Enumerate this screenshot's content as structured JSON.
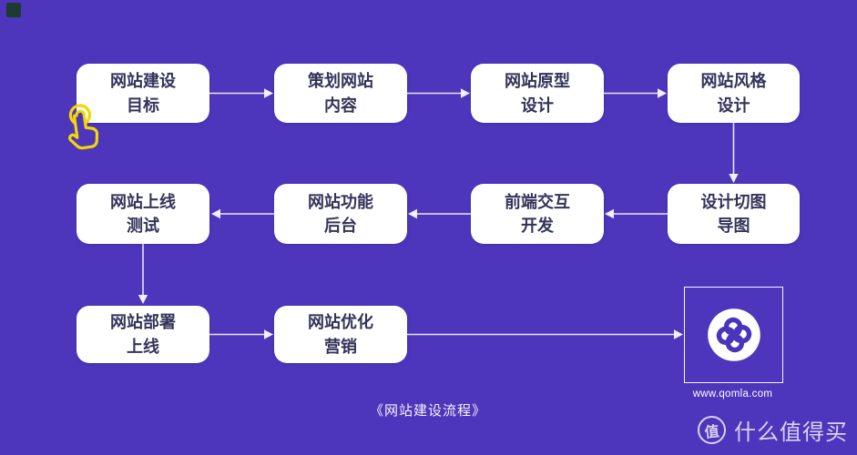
{
  "colors": {
    "background": "#4D36BC",
    "node_background": "#FFFFFF",
    "node_text": "#34335A",
    "connector": "#E9E5F8",
    "highlight_yellow": "#F2D800",
    "logo_purple": "#4B34BC"
  },
  "flow": {
    "caption": "《网站建设流程》",
    "nodes": [
      {
        "id": "goal",
        "label": "网站建设\n目标"
      },
      {
        "id": "plan",
        "label": "策划网站\n内容"
      },
      {
        "id": "prototype",
        "label": "网站原型\n设计"
      },
      {
        "id": "style",
        "label": "网站风格\n设计"
      },
      {
        "id": "slice",
        "label": "设计切图\n导图"
      },
      {
        "id": "frontend",
        "label": "前端交互\n开发"
      },
      {
        "id": "backend",
        "label": "网站功能\n后台"
      },
      {
        "id": "test",
        "label": "网站上线\n测试"
      },
      {
        "id": "deploy",
        "label": "网站部署\n上线"
      },
      {
        "id": "optimize",
        "label": "网站优化\n营销"
      }
    ],
    "edges": [
      [
        "网站建设目标",
        "策划网站内容"
      ],
      [
        "策划网站内容",
        "网站原型设计"
      ],
      [
        "网站原型设计",
        "网站风格设计"
      ],
      [
        "网站风格设计",
        "设计切图导图"
      ],
      [
        "设计切图导图",
        "前端交互开发"
      ],
      [
        "前端交互开发",
        "网站功能后台"
      ],
      [
        "网站功能后台",
        "网站上线测试"
      ],
      [
        "网站上线测试",
        "网站部署上线"
      ],
      [
        "网站部署上线",
        "网站优化营销"
      ],
      [
        "网站优化营销",
        "qomla-logo"
      ]
    ]
  },
  "logo": {
    "icon": "qomla-clover-logo",
    "url": "www.qomla.com"
  },
  "icons": {
    "tap_hand": "tap-hand-icon",
    "corner_square": "corner-square-mark"
  },
  "watermark": {
    "badge": "值",
    "text": "什么值得买"
  }
}
